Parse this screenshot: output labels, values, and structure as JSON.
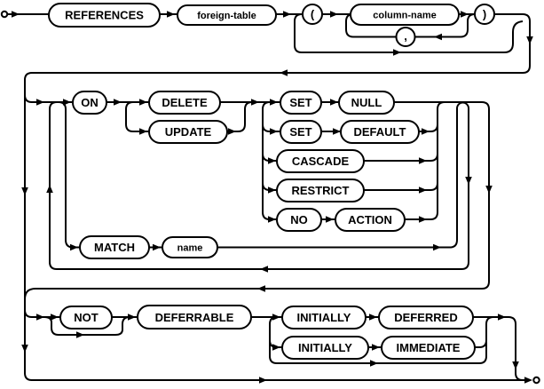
{
  "labels": {
    "references": "REFERENCES",
    "foreign_table": "foreign-table",
    "open_paren": "(",
    "column_name": "column-name",
    "comma": ",",
    "close_paren": ")",
    "on": "ON",
    "delete": "DELETE",
    "update": "UPDATE",
    "set_1": "SET",
    "null": "NULL",
    "set_2": "SET",
    "default": "DEFAULT",
    "cascade": "CASCADE",
    "restrict": "RESTRICT",
    "no": "NO",
    "action": "ACTION",
    "match": "MATCH",
    "name": "name",
    "not": "NOT",
    "deferrable": "DEFERRABLE",
    "initially_1": "INITIALLY",
    "deferred": "DEFERRED",
    "initially_2": "INITIALLY",
    "immediate": "IMMEDIATE"
  },
  "colors": {
    "line": "#000000",
    "background": "#ffffff",
    "text": "#000000"
  }
}
